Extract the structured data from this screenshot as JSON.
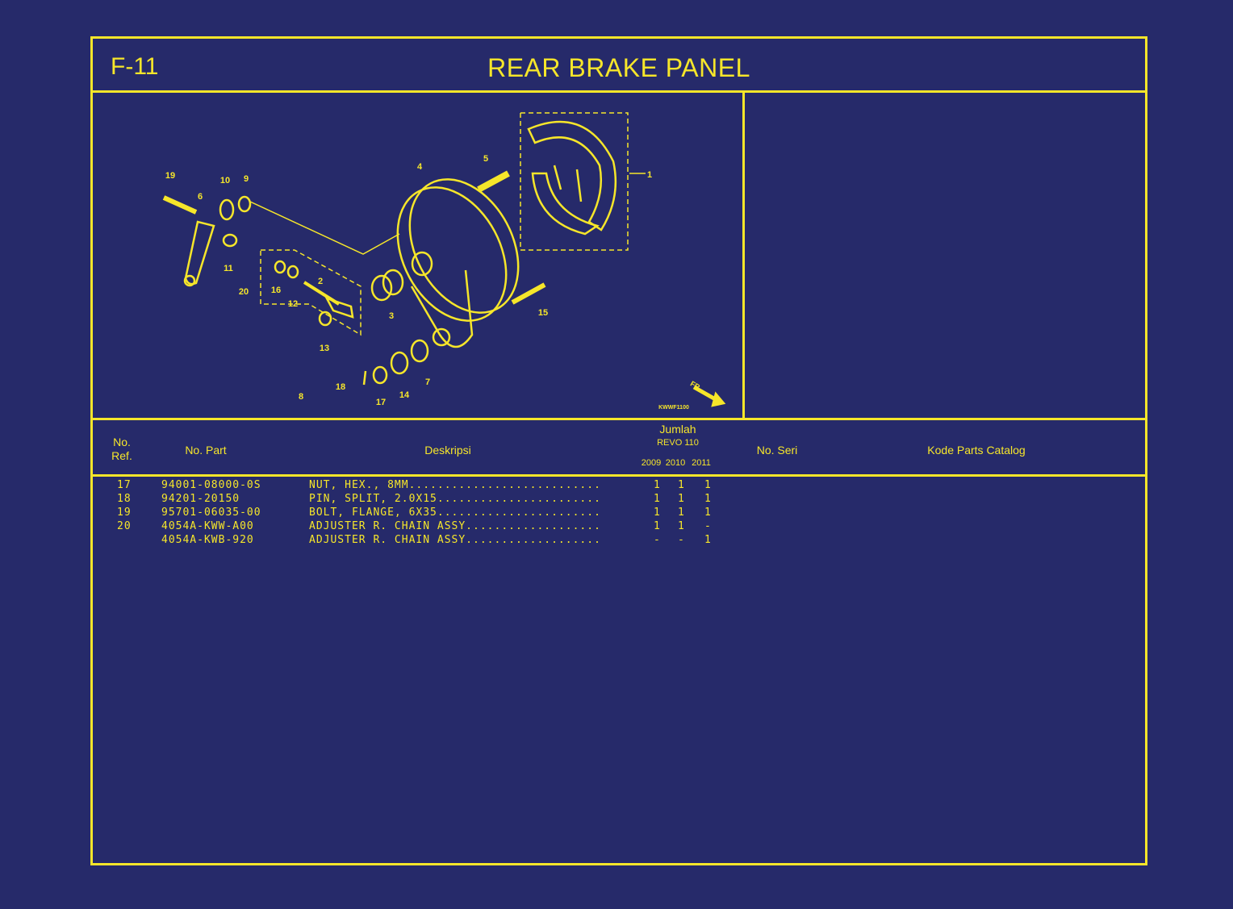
{
  "header": {
    "code": "F-11",
    "title": "REAR BRAKE PANEL"
  },
  "diagram": {
    "callouts": [
      "1",
      "2",
      "3",
      "4",
      "5",
      "6",
      "7",
      "8",
      "9",
      "10",
      "11",
      "12",
      "13",
      "14",
      "15",
      "16",
      "17",
      "18",
      "19",
      "20"
    ],
    "fr_label": "FR.",
    "diagram_code": "KWWF1100"
  },
  "table": {
    "headers": {
      "no_ref": "No.\nRef.",
      "no_part": "No. Part",
      "deskripsi": "Deskripsi",
      "jumlah": "Jumlah",
      "model": "REVO 110",
      "years": [
        "2009",
        "2010",
        "2011"
      ],
      "no_seri": "No. Seri",
      "kode": "Kode Parts Catalog"
    },
    "rows": [
      {
        "ref": "17",
        "part": "94001-08000-0S",
        "desc": "NUT, HEX., 8MM...........................",
        "q1": "1",
        "q2": "1",
        "q3": "1"
      },
      {
        "ref": "18",
        "part": "94201-20150",
        "desc": "PIN, SPLIT, 2.0X15.......................",
        "q1": "1",
        "q2": "1",
        "q3": "1"
      },
      {
        "ref": "19",
        "part": "95701-06035-00",
        "desc": "BOLT, FLANGE, 6X35.......................",
        "q1": "1",
        "q2": "1",
        "q3": "1"
      },
      {
        "ref": "20",
        "part": "4054A-KWW-A00",
        "desc": "ADJUSTER R. CHAIN ASSY...................",
        "q1": "1",
        "q2": "1",
        "q3": "-"
      },
      {
        "ref": "",
        "part": "4054A-KWB-920",
        "desc": "ADJUSTER R. CHAIN ASSY...................",
        "q1": "-",
        "q2": "-",
        "q3": "1"
      }
    ]
  }
}
